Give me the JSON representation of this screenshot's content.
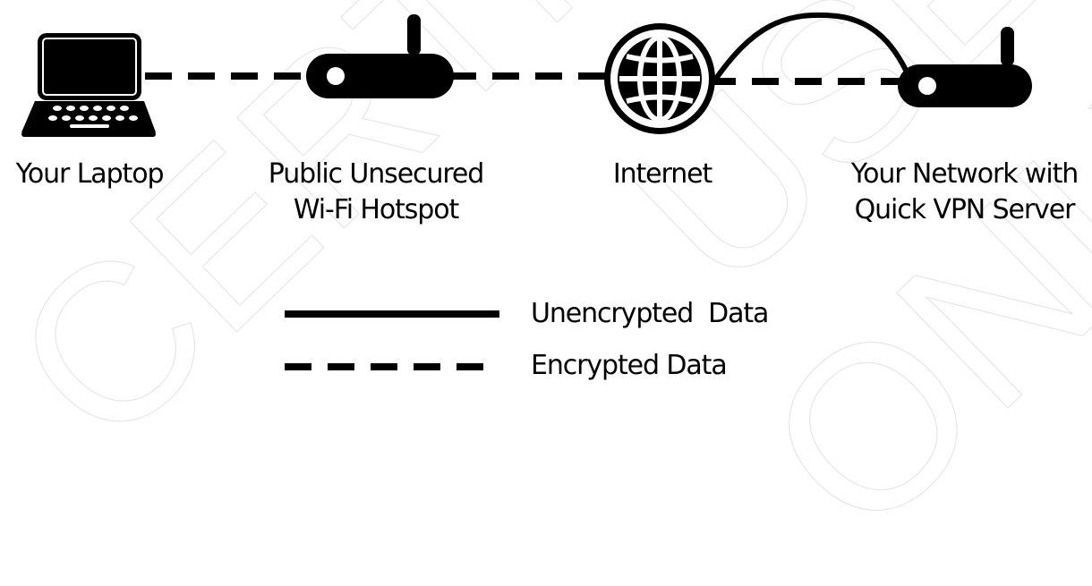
{
  "watermark": {
    "left": "CERTIFI",
    "middle": "USE",
    "right": "ONLY"
  },
  "nodes": {
    "laptop": {
      "label": "Your Laptop",
      "icon": "laptop-icon"
    },
    "hotspot": {
      "label_line1": "Public Unsecured",
      "label_line2": "Wi-Fi Hotspot",
      "icon": "router-icon"
    },
    "internet": {
      "label": "Internet",
      "icon": "globe-icon"
    },
    "network": {
      "label_line1": "Your Network with",
      "label_line2": "Quick VPN Server",
      "icon": "router-icon"
    }
  },
  "legend": {
    "solid_label": "Unencrypted  Data",
    "dashed_label": "Encrypted Data"
  },
  "colors": {
    "ink": "#000000",
    "watermark": "#e6e6e6",
    "background": "#ffffff"
  }
}
